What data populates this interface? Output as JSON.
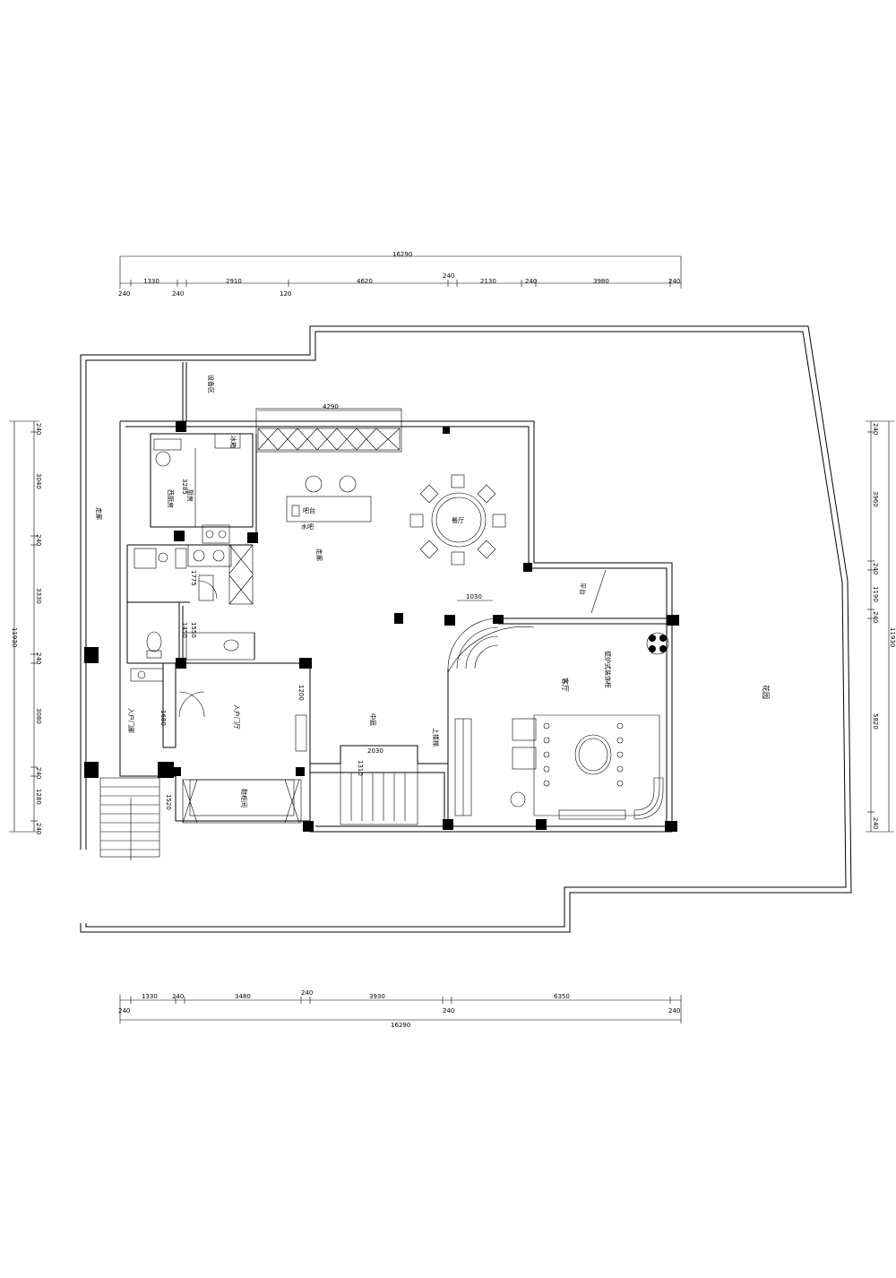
{
  "drawing": {
    "top_dims": {
      "overall": "16290",
      "upper": [
        "1330",
        "2910",
        "4620",
        "240",
        "2130",
        "240",
        "3980"
      ],
      "lower": [
        "240",
        "240",
        "120",
        "240"
      ]
    },
    "bottom_dims": {
      "upper": [
        "1330",
        "240",
        "3480",
        "240",
        "3930",
        "6350"
      ],
      "lower": [
        "240",
        "240",
        "240"
      ],
      "overall": "16290"
    },
    "left_dims": {
      "overall": "11930",
      "segments": [
        "240",
        "3040",
        "240",
        "3330",
        "240",
        "3080",
        "240",
        "1280",
        "240"
      ]
    },
    "right_dims": {
      "overall": "11930",
      "segments": [
        "240",
        "3960",
        "240",
        "1190",
        "240",
        "5820",
        "240"
      ]
    },
    "inner_dims": {
      "cabinet_width": "4290",
      "kitchen_height": "3285",
      "opening": "1030",
      "stair": "2030",
      "stair_h": "1310",
      "d1775": "1775",
      "d1450": "1450",
      "d1550": "1550",
      "d1200": "1200",
      "d1680": "1680",
      "d1520": "1520"
    },
    "rooms": {
      "service_area": "设备区",
      "kitchen": "厨房",
      "kitchen_sub": "西厨房",
      "dining_table": "餐厅",
      "bar": "吧台",
      "corridor": "走廊",
      "entry_foyer": "入户门厅",
      "entry_porch": "入户门廊",
      "shoe_cabinet": "鞋柜间",
      "middle_hall": "中庭",
      "living_room": "客厅",
      "terrace": "平台",
      "garden": "花园",
      "stair_up": "上楼梯",
      "fireplace": "壁炉式装饰柜",
      "fridge": "冰箱",
      "bar_sub": "水吧"
    }
  }
}
